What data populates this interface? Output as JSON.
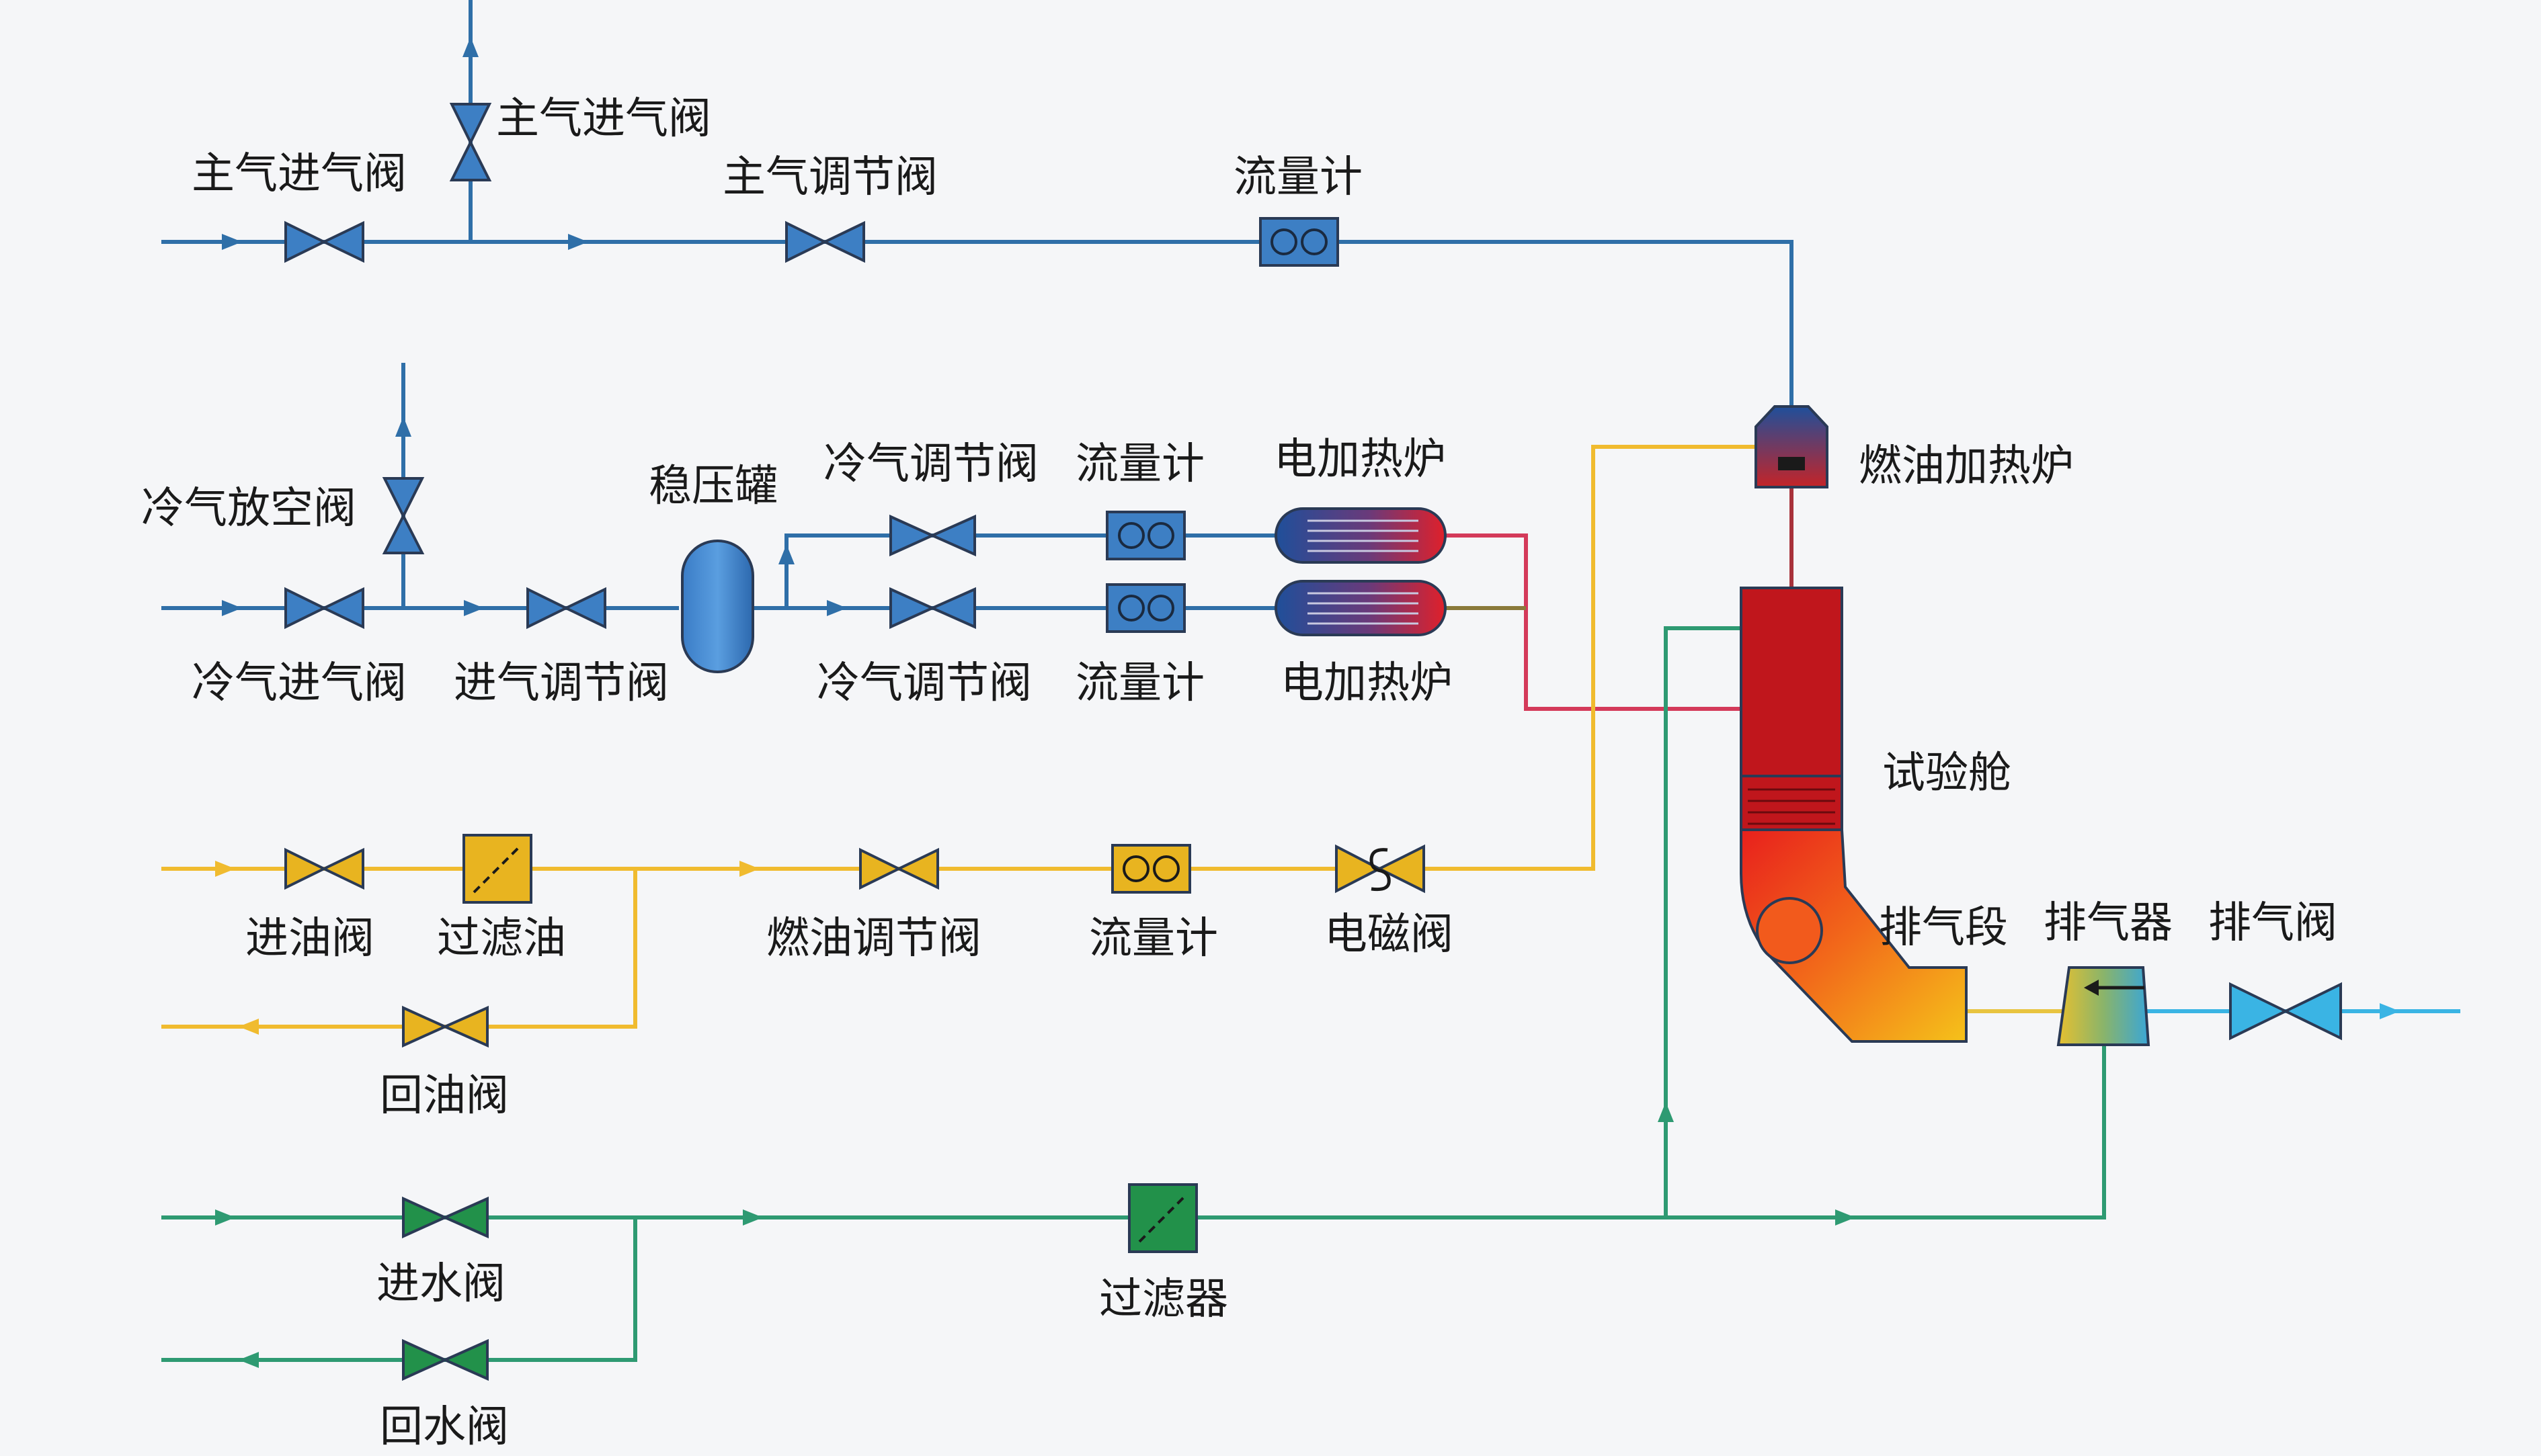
{
  "labels": {
    "main_inlet_valve": "主气进气阀",
    "main_vent_valve": "主气进气阀",
    "main_reg_valve": "主气调节阀",
    "main_flowmeter": "流量计",
    "cold_vent_valve": "冷气放空阀",
    "cold_inlet_valve": "冷气进气阀",
    "inlet_reg_valve": "进气调节阀",
    "surge_tank": "稳压罐",
    "cold_reg_valve_top": "冷气调节阀",
    "cold_reg_valve_bottom": "冷气调节阀",
    "flowmeter_top": "流量计",
    "flowmeter_bottom": "流量计",
    "heater_top": "电加热炉",
    "heater_bottom": "电加热炉",
    "fuel_heater": "燃油加热炉",
    "test_chamber": "试验舱",
    "exhaust_section": "排气段",
    "exhauster": "排气器",
    "exhaust_valve": "排气阀",
    "oil_inlet_valve": "进油阀",
    "oil_filter": "过滤油",
    "fuel_reg_valve": "燃油调节阀",
    "oil_flowmeter": "流量计",
    "solenoid_valve": "电磁阀",
    "oil_return_valve": "回油阀",
    "water_inlet_valve": "进水阀",
    "water_filter": "过滤器",
    "water_return_valve": "回水阀"
  },
  "colors": {
    "air": "#2f6fa8",
    "air_fill": "#3d7fc4",
    "oil": "#f0bb2f",
    "oil_fill": "#e8b420",
    "water": "#2e9a72",
    "water_fill": "#22914a",
    "hot": "#d43a5a",
    "chamber": "#c0161c",
    "exhaust_valve": "#3ab4e4"
  }
}
